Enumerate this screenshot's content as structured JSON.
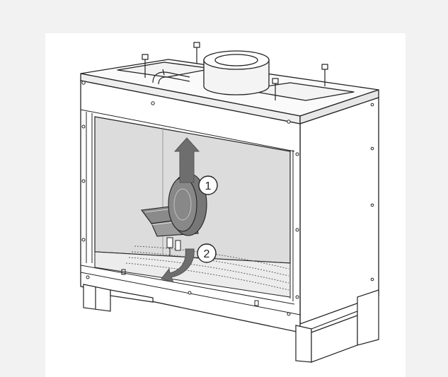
{
  "figure": {
    "description_free": true,
    "callouts": [
      {
        "id": "1",
        "label": "1"
      },
      {
        "id": "2",
        "label": "2"
      }
    ],
    "colors": {
      "page_background": "#f2f2f2",
      "panel_background": "#ffffff",
      "line": "#222222",
      "glass_tint": "#d9d9d9",
      "arrow_fill": "#6e6e6e",
      "part_fill": "#777777"
    }
  }
}
